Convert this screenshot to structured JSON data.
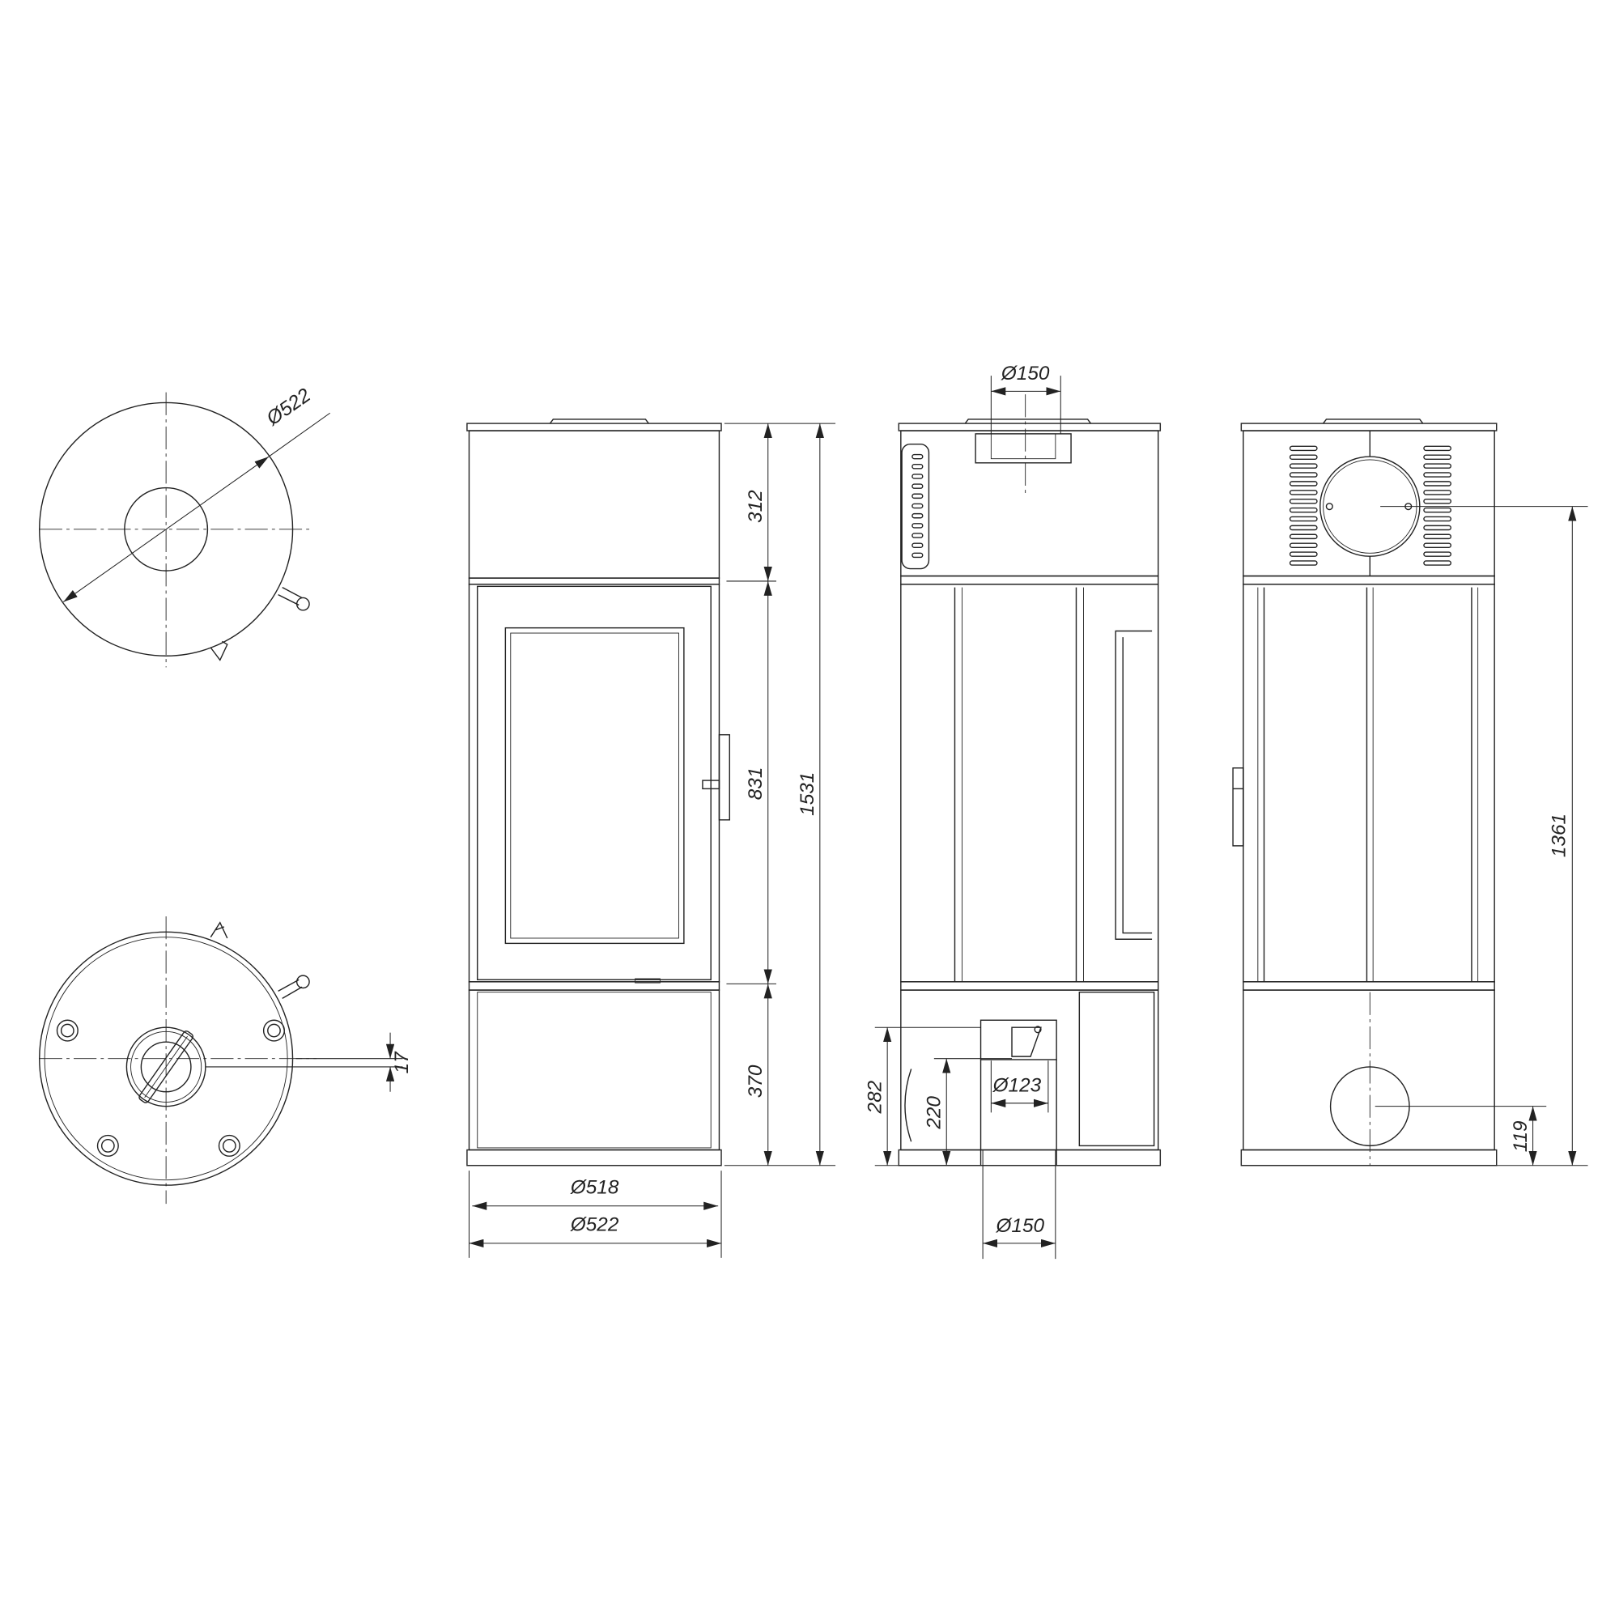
{
  "colors": {
    "line": "#222222",
    "background": "#ffffff"
  },
  "top_view": {
    "diameter_label": "Ø522"
  },
  "bottom_view": {
    "offset_label": "17"
  },
  "front_view": {
    "top_height": "312",
    "door_height": "831",
    "base_height": "370",
    "total_height": "1531",
    "inner_diameter": "Ø518",
    "outer_diameter": "Ø522"
  },
  "side_view": {
    "flue_top_diameter": "Ø150",
    "intake_height_outer": "282",
    "intake_height_center": "220",
    "intake_diameter": "Ø123",
    "flue_bottom_diameter": "Ø150"
  },
  "rear_view": {
    "flue_height": "1361",
    "rear_outlet_height": "119"
  }
}
